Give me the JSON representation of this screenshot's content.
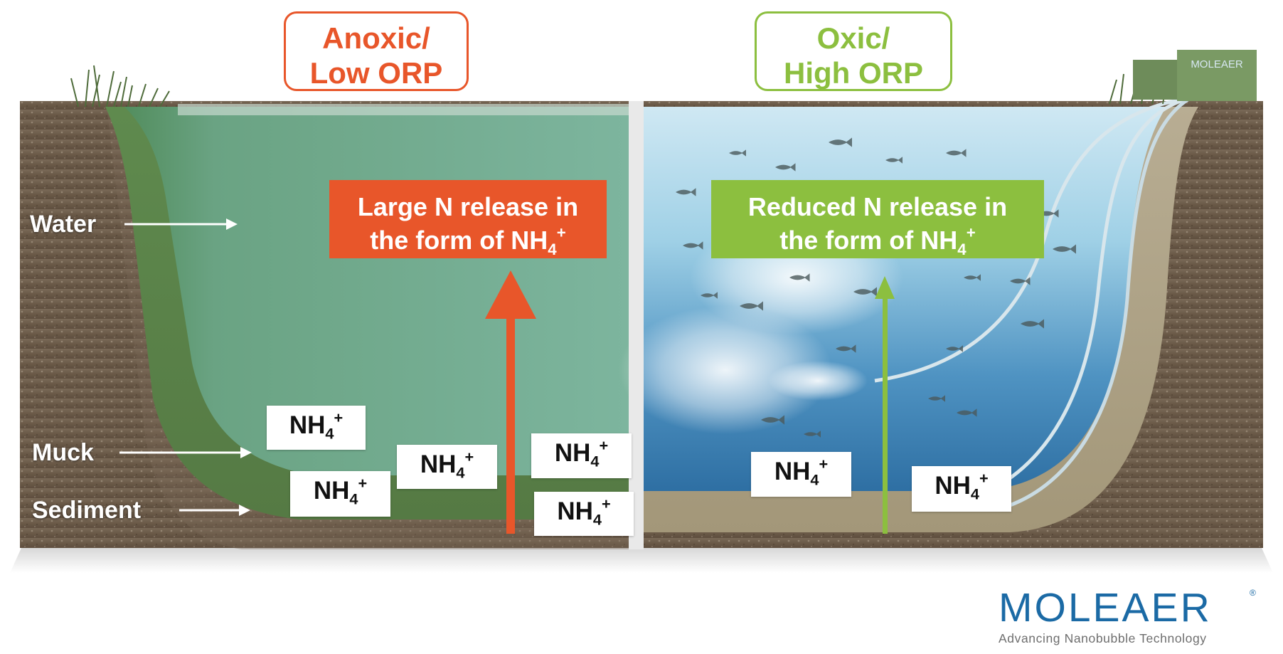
{
  "headers": {
    "anoxic": {
      "line1": "Anoxic/",
      "line2": "Low ORP"
    },
    "oxic": {
      "line1": "Oxic/",
      "line2": "High ORP"
    }
  },
  "release": {
    "large": {
      "line1": "Large N release in",
      "line2": "the form of NH",
      "sub": "4",
      "sup": "+"
    },
    "reduced": {
      "line1": "Reduced N release in",
      "line2": "the form of NH",
      "sub": "4",
      "sup": "+"
    }
  },
  "ion": {
    "text": "NH",
    "sub": "4",
    "sup": "+"
  },
  "labels": {
    "water": "Water",
    "muck": "Muck",
    "sediment": "Sediment"
  },
  "logo": {
    "word": "MOLEAER",
    "tagline": "Advancing Nanobubble Technology",
    "reg": "®"
  },
  "device": {
    "text": "MOLEAER"
  },
  "colors": {
    "anoxic": "#e8562a",
    "oxic": "#8cbf3f",
    "brand": "#1b6aa5"
  }
}
